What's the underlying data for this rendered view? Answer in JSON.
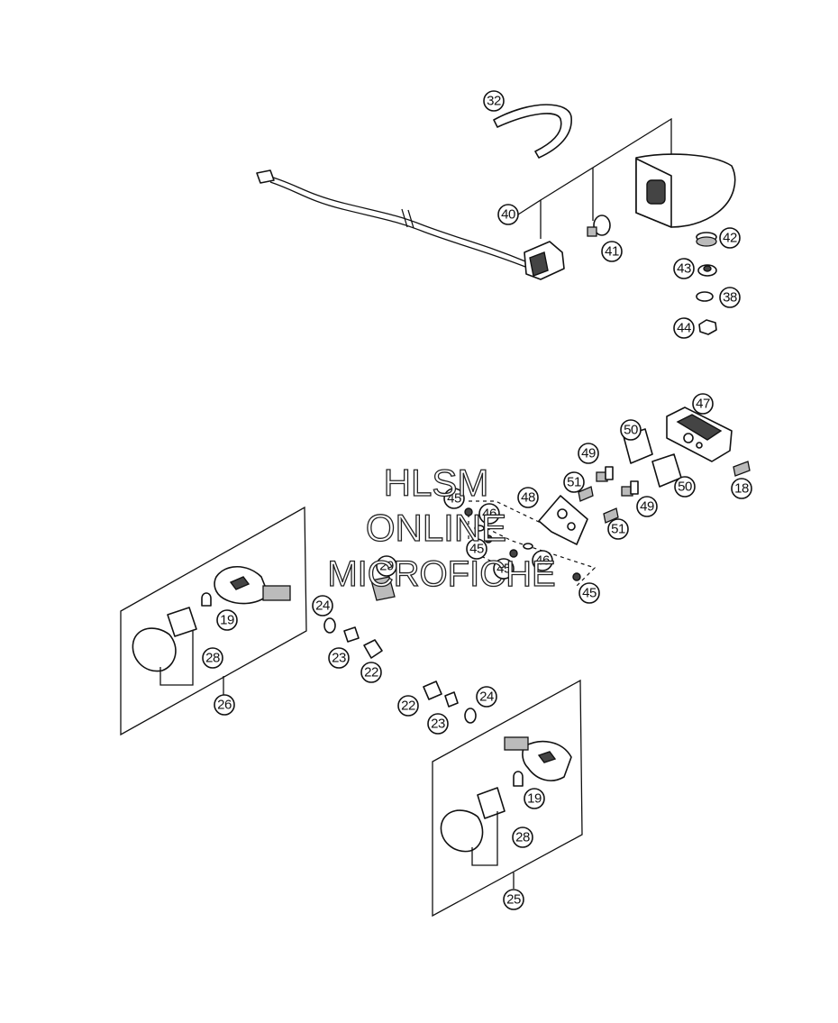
{
  "watermark": {
    "line1": "HLSM",
    "line2": "ONLINE",
    "line3": "MICROFICHE"
  },
  "callouts": {
    "c32": "32",
    "c40": "40",
    "c41": "41",
    "c42": "42",
    "c43": "43",
    "c38": "38",
    "c44": "44",
    "c47": "47",
    "c50a": "50",
    "c49a": "49",
    "c51a": "51",
    "c48": "48",
    "c45a": "45",
    "c46a": "46",
    "c45b": "45",
    "c29": "29",
    "c45c": "45",
    "c46b": "46",
    "c51b": "51",
    "c49b": "49",
    "c50b": "50",
    "c18": "18",
    "c45d": "45",
    "c24a": "24",
    "c19a": "19",
    "c28a": "28",
    "c23a": "23",
    "c22a": "22",
    "c26": "26",
    "c22b": "22",
    "c23b": "23",
    "c24b": "24",
    "c19b": "19",
    "c28b": "28",
    "c25": "25"
  }
}
